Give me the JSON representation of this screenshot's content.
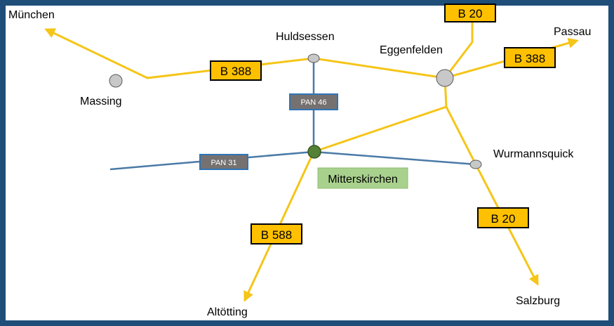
{
  "colors": {
    "frame": "#1f4e79",
    "federal_road": "#f5c518",
    "federal_label_bg": "#ffc000",
    "district_road": "#4a7aa7",
    "pan_label_bg": "#767171",
    "pan_label_border": "#2e75b6",
    "center_node": "#538135",
    "center_label_bg": "#a9d18e",
    "town_node": "#c8c8c8"
  },
  "places": {
    "muenchen": "München",
    "huldsessen": "Huldsessen",
    "eggenfelden": "Eggenfelden",
    "passau": "Passau",
    "massing": "Massing",
    "wurmannsquick": "Wurmannsquick",
    "altoetting": "Altötting",
    "salzburg": "Salzburg",
    "mitterskirchen": "Mitterskirchen"
  },
  "roads": {
    "b20_north": "B 20",
    "b388_west": "B 388",
    "b388_east": "B 388",
    "b588": "B 588",
    "b20_south": "B 20",
    "pan46": "PAN 46",
    "pan31": "PAN 31"
  },
  "symbols": {
    "arrow": "arrowhead-icon",
    "town": "town-dot-icon",
    "center": "center-dot-icon"
  }
}
